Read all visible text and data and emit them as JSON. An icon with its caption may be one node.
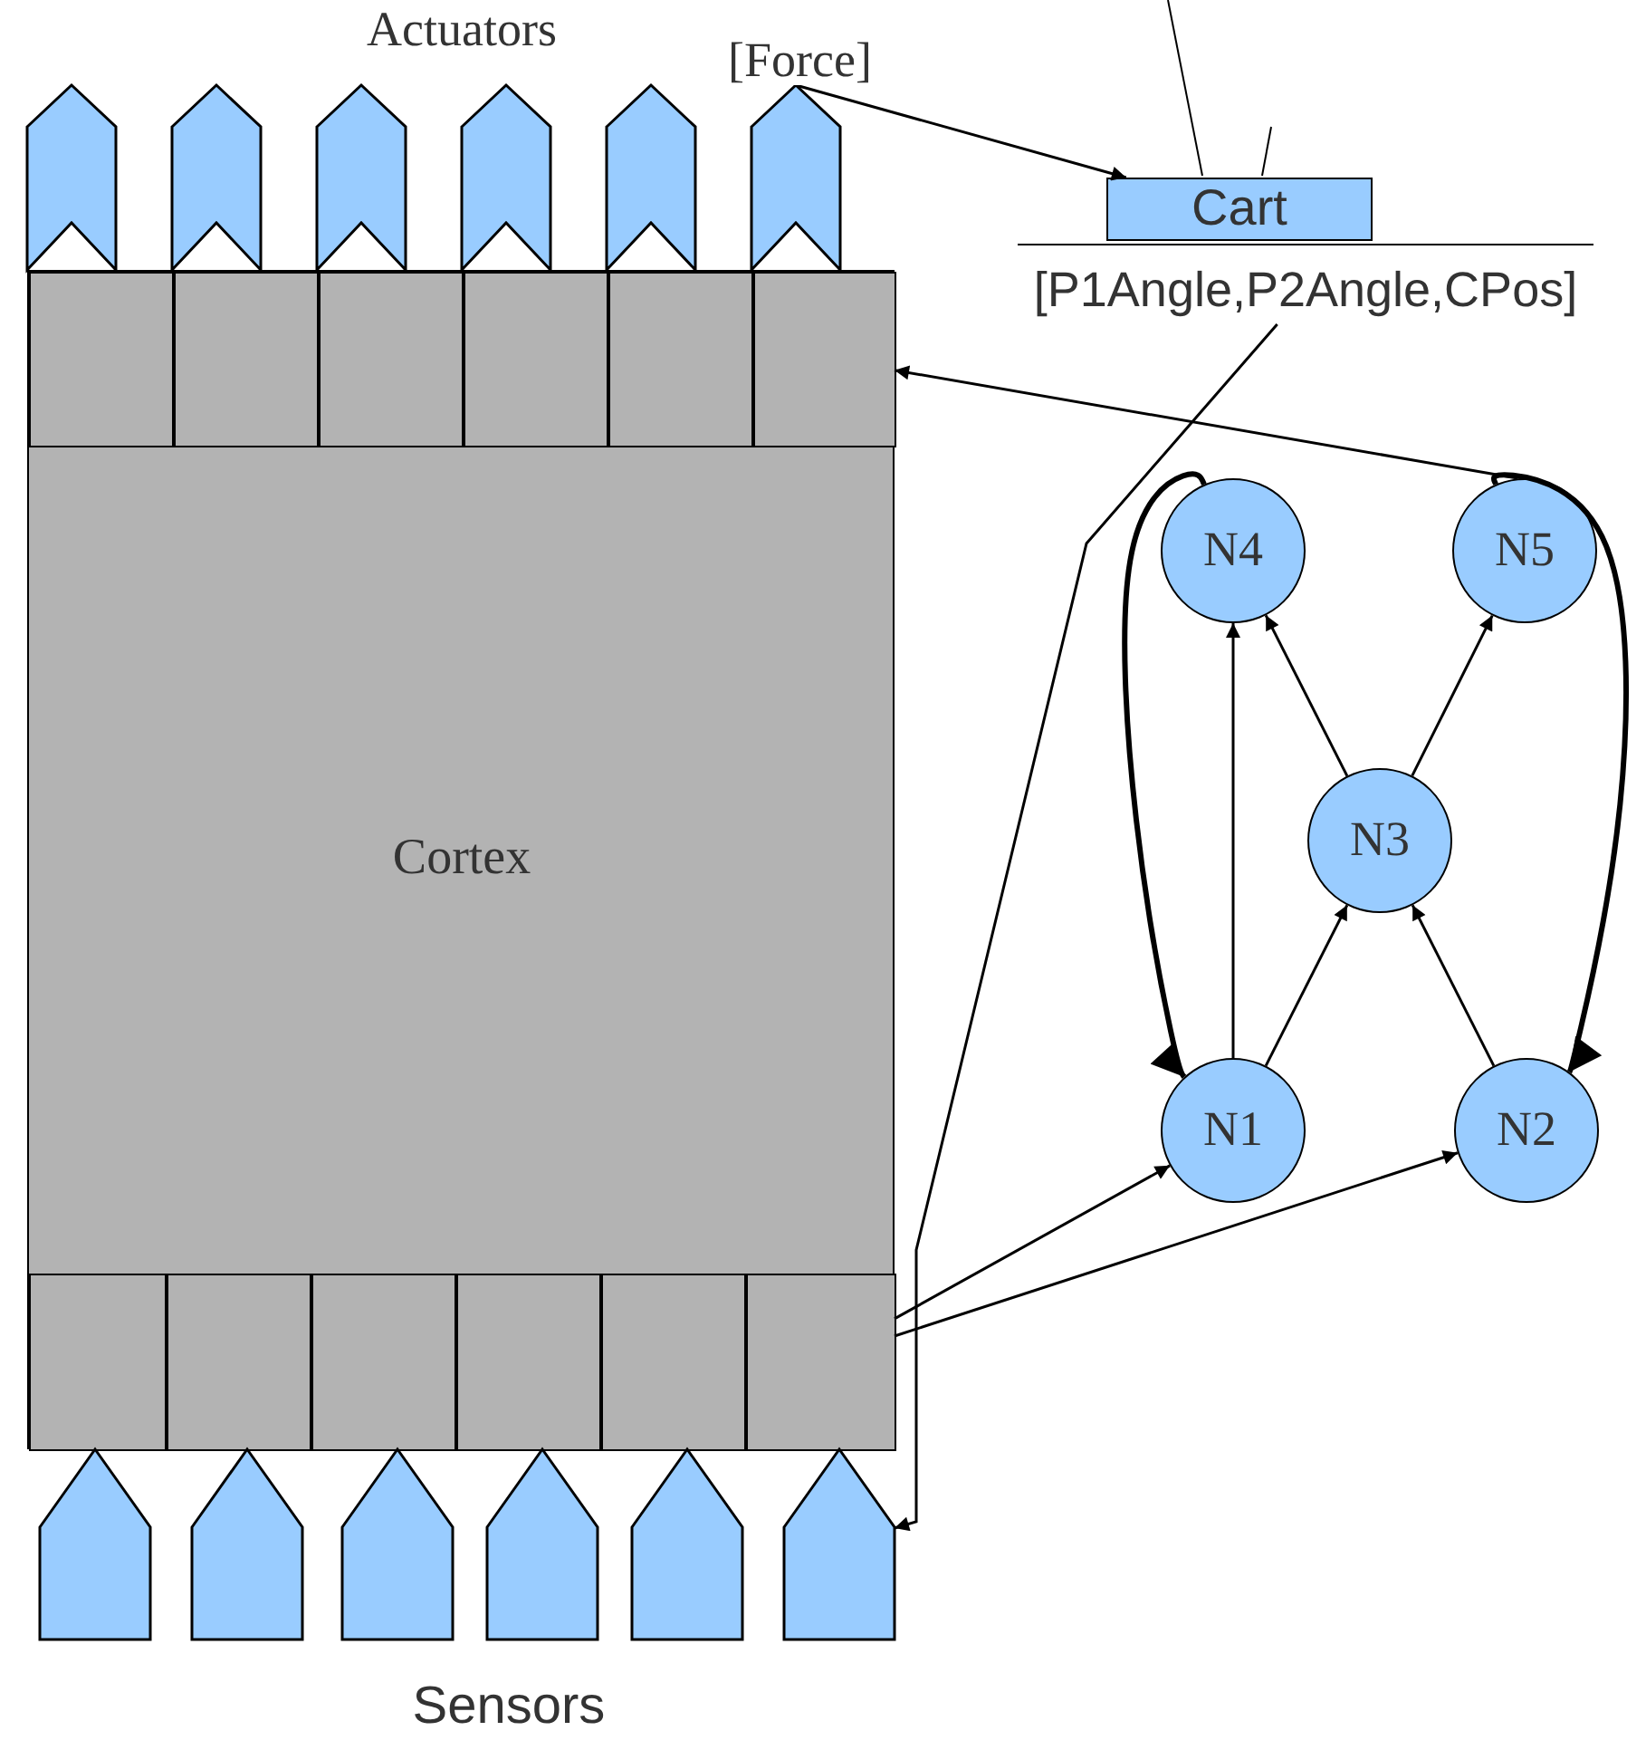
{
  "diagram": {
    "nodes": [
      {
        "text": [],
        "shape": "chevron"
      },
      {
        "text": [],
        "shape": "chevron"
      },
      {
        "text": [],
        "shape": "chevron"
      },
      {
        "text": [],
        "shape": "chevron"
      },
      {
        "text": [],
        "shape": "chevron"
      },
      {
        "text": [],
        "shape": "chevron"
      },
      {
        "text": [
          "Cart"
        ]
      },
      {
        "text": [
          "[P1Angle,P2Angle,CPos]"
        ]
      },
      {
        "text": [
          "Cortex"
        ]
      },
      {
        "text": [],
        "shape": "box",
        "in": 8
      },
      {
        "text": [],
        "shape": "box",
        "in": 8
      },
      {
        "text": [],
        "shape": "box",
        "in": 8
      },
      {
        "text": [],
        "shape": "box",
        "in": 8
      },
      {
        "text": [],
        "shape": "box",
        "in": 8
      },
      {
        "text": [],
        "shape": "box",
        "in": 8
      },
      {
        "text": [],
        "shape": "box",
        "in": 8
      },
      {
        "text": [],
        "shape": "box",
        "in": 8
      },
      {
        "text": [],
        "shape": "box",
        "in": 8
      },
      {
        "text": [],
        "shape": "box",
        "in": 8
      },
      {
        "text": [],
        "shape": "box",
        "in": 8
      },
      {
        "text": [],
        "shape": "box",
        "in": 8
      },
      {
        "text": [
          "N4"
        ]
      },
      {
        "text": [
          "N5"
        ]
      },
      {
        "text": [
          "N3"
        ]
      },
      {
        "text": [
          "N1"
        ]
      },
      {
        "text": [
          "N2"
        ]
      },
      {
        "text": [],
        "shape": "pentagon"
      },
      {
        "text": [],
        "shape": "pentagon"
      },
      {
        "text": [],
        "shape": "pentagon"
      },
      {
        "text": [],
        "shape": "pentagon"
      },
      {
        "text": [],
        "shape": "pentagon"
      },
      {
        "text": [],
        "shape": "pentagon"
      }
    ],
    "edges": [
      {
        "from": 5,
        "to": 6,
        "arrow": "to",
        "label": "[Force]"
      },
      {
        "from": 7,
        "to": 31,
        "arrow": "to"
      },
      {
        "from": 22,
        "to": 14,
        "arrow": "to"
      },
      {
        "from": 20,
        "to": 24,
        "arrow": "to"
      },
      {
        "from": 20,
        "to": 25,
        "arrow": "to"
      },
      {
        "from": 24,
        "to": 21,
        "arrow": "to"
      },
      {
        "from": 24,
        "to": 23,
        "arrow": "to"
      },
      {
        "from": 25,
        "to": 23,
        "arrow": "to"
      },
      {
        "from": 23,
        "to": 21,
        "arrow": "to"
      },
      {
        "from": 23,
        "to": 22,
        "arrow": "to"
      },
      {
        "from": 21,
        "to": 24,
        "arrow": "to",
        "style": "thick"
      },
      {
        "from": 22,
        "to": 25,
        "arrow": "to",
        "style": "thick"
      }
    ],
    "labels": [
      "Actuators",
      "Sensors"
    ]
  }
}
